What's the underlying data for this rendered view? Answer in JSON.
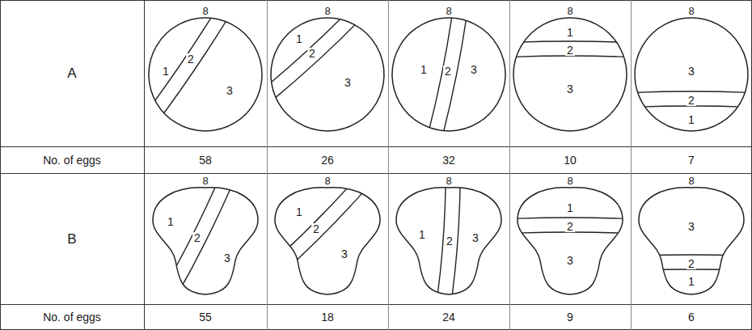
{
  "diagram": {
    "nodes": [
      {
        "text": [
          "8",
          "1",
          "2",
          "3"
        ]
      },
      {
        "text": [
          "8",
          "1",
          "2",
          "3"
        ]
      },
      {
        "text": [
          "8",
          "1",
          "2",
          "3"
        ]
      },
      {
        "text": [
          "8",
          "1",
          "2",
          "3"
        ]
      },
      {
        "text": [
          "8",
          "3",
          "2",
          "1"
        ]
      },
      {
        "text": [
          "8",
          "1",
          "2",
          "3"
        ]
      },
      {
        "text": [
          "8",
          "1",
          "2",
          "3"
        ]
      },
      {
        "text": [
          "8",
          "1",
          "2",
          "3"
        ]
      },
      {
        "text": [
          "8",
          "1",
          "2",
          "3"
        ]
      },
      {
        "text": [
          "8",
          "3",
          "2",
          "1"
        ]
      }
    ],
    "labels": [
      "A",
      "No. of eggs",
      "58",
      "26",
      "32",
      "10",
      "7",
      "B",
      "No. of eggs",
      "55",
      "18",
      "24",
      "9",
      "6"
    ]
  }
}
